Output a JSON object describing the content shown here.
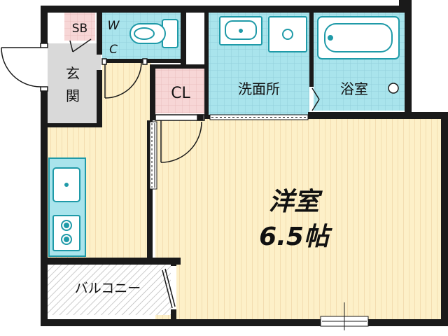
{
  "rooms": {
    "sb": "SB",
    "wc_w": "W",
    "wc_c": "C",
    "genkan_1": "玄",
    "genkan_2": "関",
    "cl": "CL",
    "senmen": "洗面所",
    "yokushitsu": "浴室",
    "youshitsu": "洋室",
    "youshitsu_size": "6.5帖",
    "balcony": "バルコニー"
  },
  "colors": {
    "wall": "#1a1a1a",
    "flooring": "#fdf0c8",
    "flooring_stripe": "#f3ddb0",
    "water_area": "#a9e4ec",
    "water_grid": "#8ccbd6",
    "closet": "#f7d6d6",
    "closet_grid": "#e6b8b8",
    "entrance": "#d9d9d9",
    "balcony_hatch": "#b5b5b5",
    "fixture": "#1f9aa8"
  }
}
